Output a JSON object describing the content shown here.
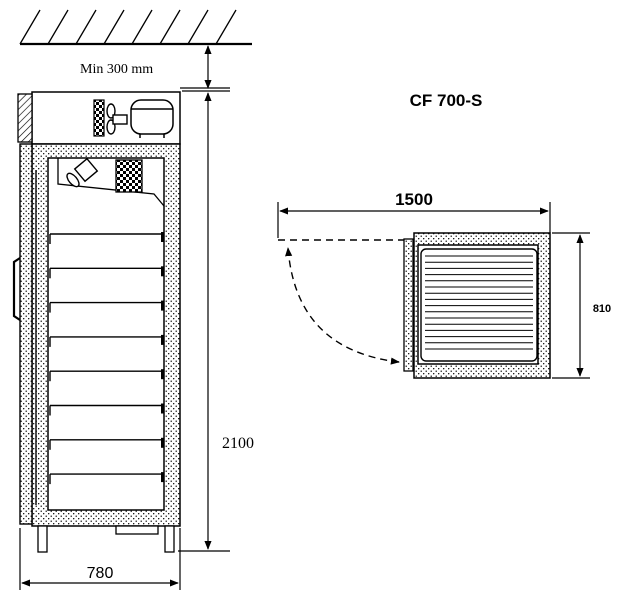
{
  "diagram": {
    "model_title": "CF 700-S",
    "front_view": {
      "clearance_label": "Min 300 mm",
      "height_label": "2100",
      "width_label": "780",
      "shelf_count": 8
    },
    "top_view": {
      "width_label": "1500",
      "depth_label": "810"
    }
  }
}
